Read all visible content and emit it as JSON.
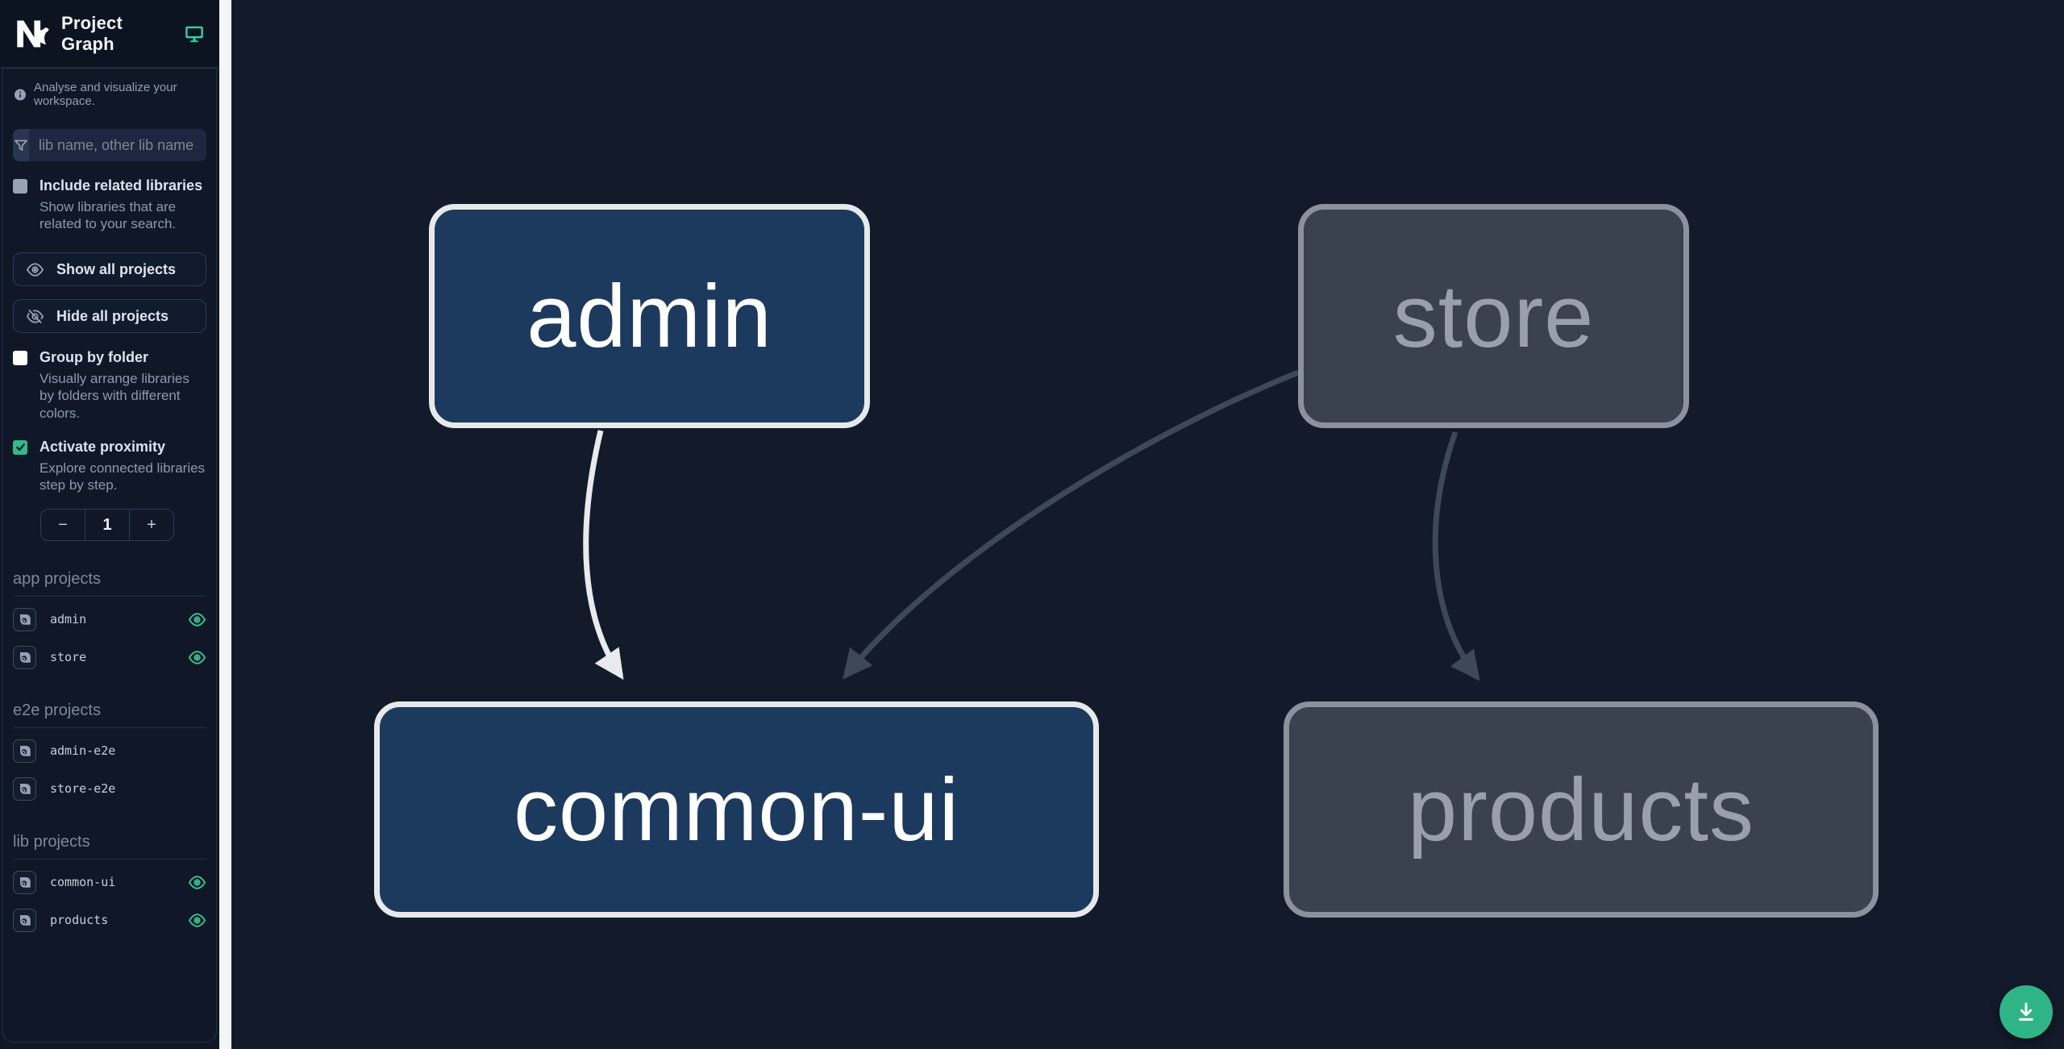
{
  "app": {
    "title": "Project Graph"
  },
  "sidebar": {
    "tagline": "Analyse and visualize your workspace.",
    "filter_placeholder": "lib name, other lib name",
    "include_related": {
      "label": "Include related libraries",
      "desc": "Show libraries that are related to your search.",
      "checked": false
    },
    "show_all_label": "Show all projects",
    "hide_all_label": "Hide all projects",
    "group_by_folder": {
      "label": "Group by folder",
      "desc": "Visually arrange libraries by folders with different colors.",
      "checked": false
    },
    "proximity": {
      "label": "Activate proximity",
      "desc": "Explore connected libraries step by step.",
      "checked": true,
      "minus": "−",
      "value": "1",
      "plus": "+"
    },
    "sections": [
      {
        "title": "app projects",
        "items": [
          {
            "name": "admin",
            "visible": true
          },
          {
            "name": "store",
            "visible": true
          }
        ]
      },
      {
        "title": "e2e projects",
        "items": [
          {
            "name": "admin-e2e",
            "visible": false
          },
          {
            "name": "store-e2e",
            "visible": false
          }
        ]
      },
      {
        "title": "lib projects",
        "items": [
          {
            "name": "common-ui",
            "visible": true
          },
          {
            "name": "products",
            "visible": true
          }
        ]
      }
    ]
  },
  "graph": {
    "nodes": [
      {
        "id": "admin",
        "state": "focused"
      },
      {
        "id": "store",
        "state": "unfocused"
      },
      {
        "id": "common-ui",
        "state": "focused"
      },
      {
        "id": "products",
        "state": "unfocused"
      }
    ],
    "edges": [
      {
        "from": "admin",
        "to": "common-ui",
        "style": "light"
      },
      {
        "from": "store",
        "to": "common-ui",
        "style": "dark"
      },
      {
        "from": "store",
        "to": "products",
        "style": "dark"
      }
    ]
  },
  "icons": {
    "logo": "nx-logo",
    "header_right": "monitor-icon",
    "tagline": "info-icon",
    "filter": "funnel-icon",
    "show_all": "eye-icon",
    "hide_all": "eye-off-icon",
    "project": "library-icon",
    "visibility": "eye-icon",
    "fab": "download-icon"
  },
  "colors": {
    "accent_green": "#2fb487",
    "eye_green": "#3cc492",
    "checkbox_checked": "#34b98c",
    "focused_node_fill": "#1c3a5d",
    "focused_node_border": "#e7e8ea",
    "unfocused_node_fill": "#3a4250",
    "unfocused_node_border": "#8b919d",
    "edge_light": "#e8eaee",
    "edge_dark": "#3f4856",
    "canvas_bg": "#131b2b",
    "sidebar_bg": "#101828"
  }
}
